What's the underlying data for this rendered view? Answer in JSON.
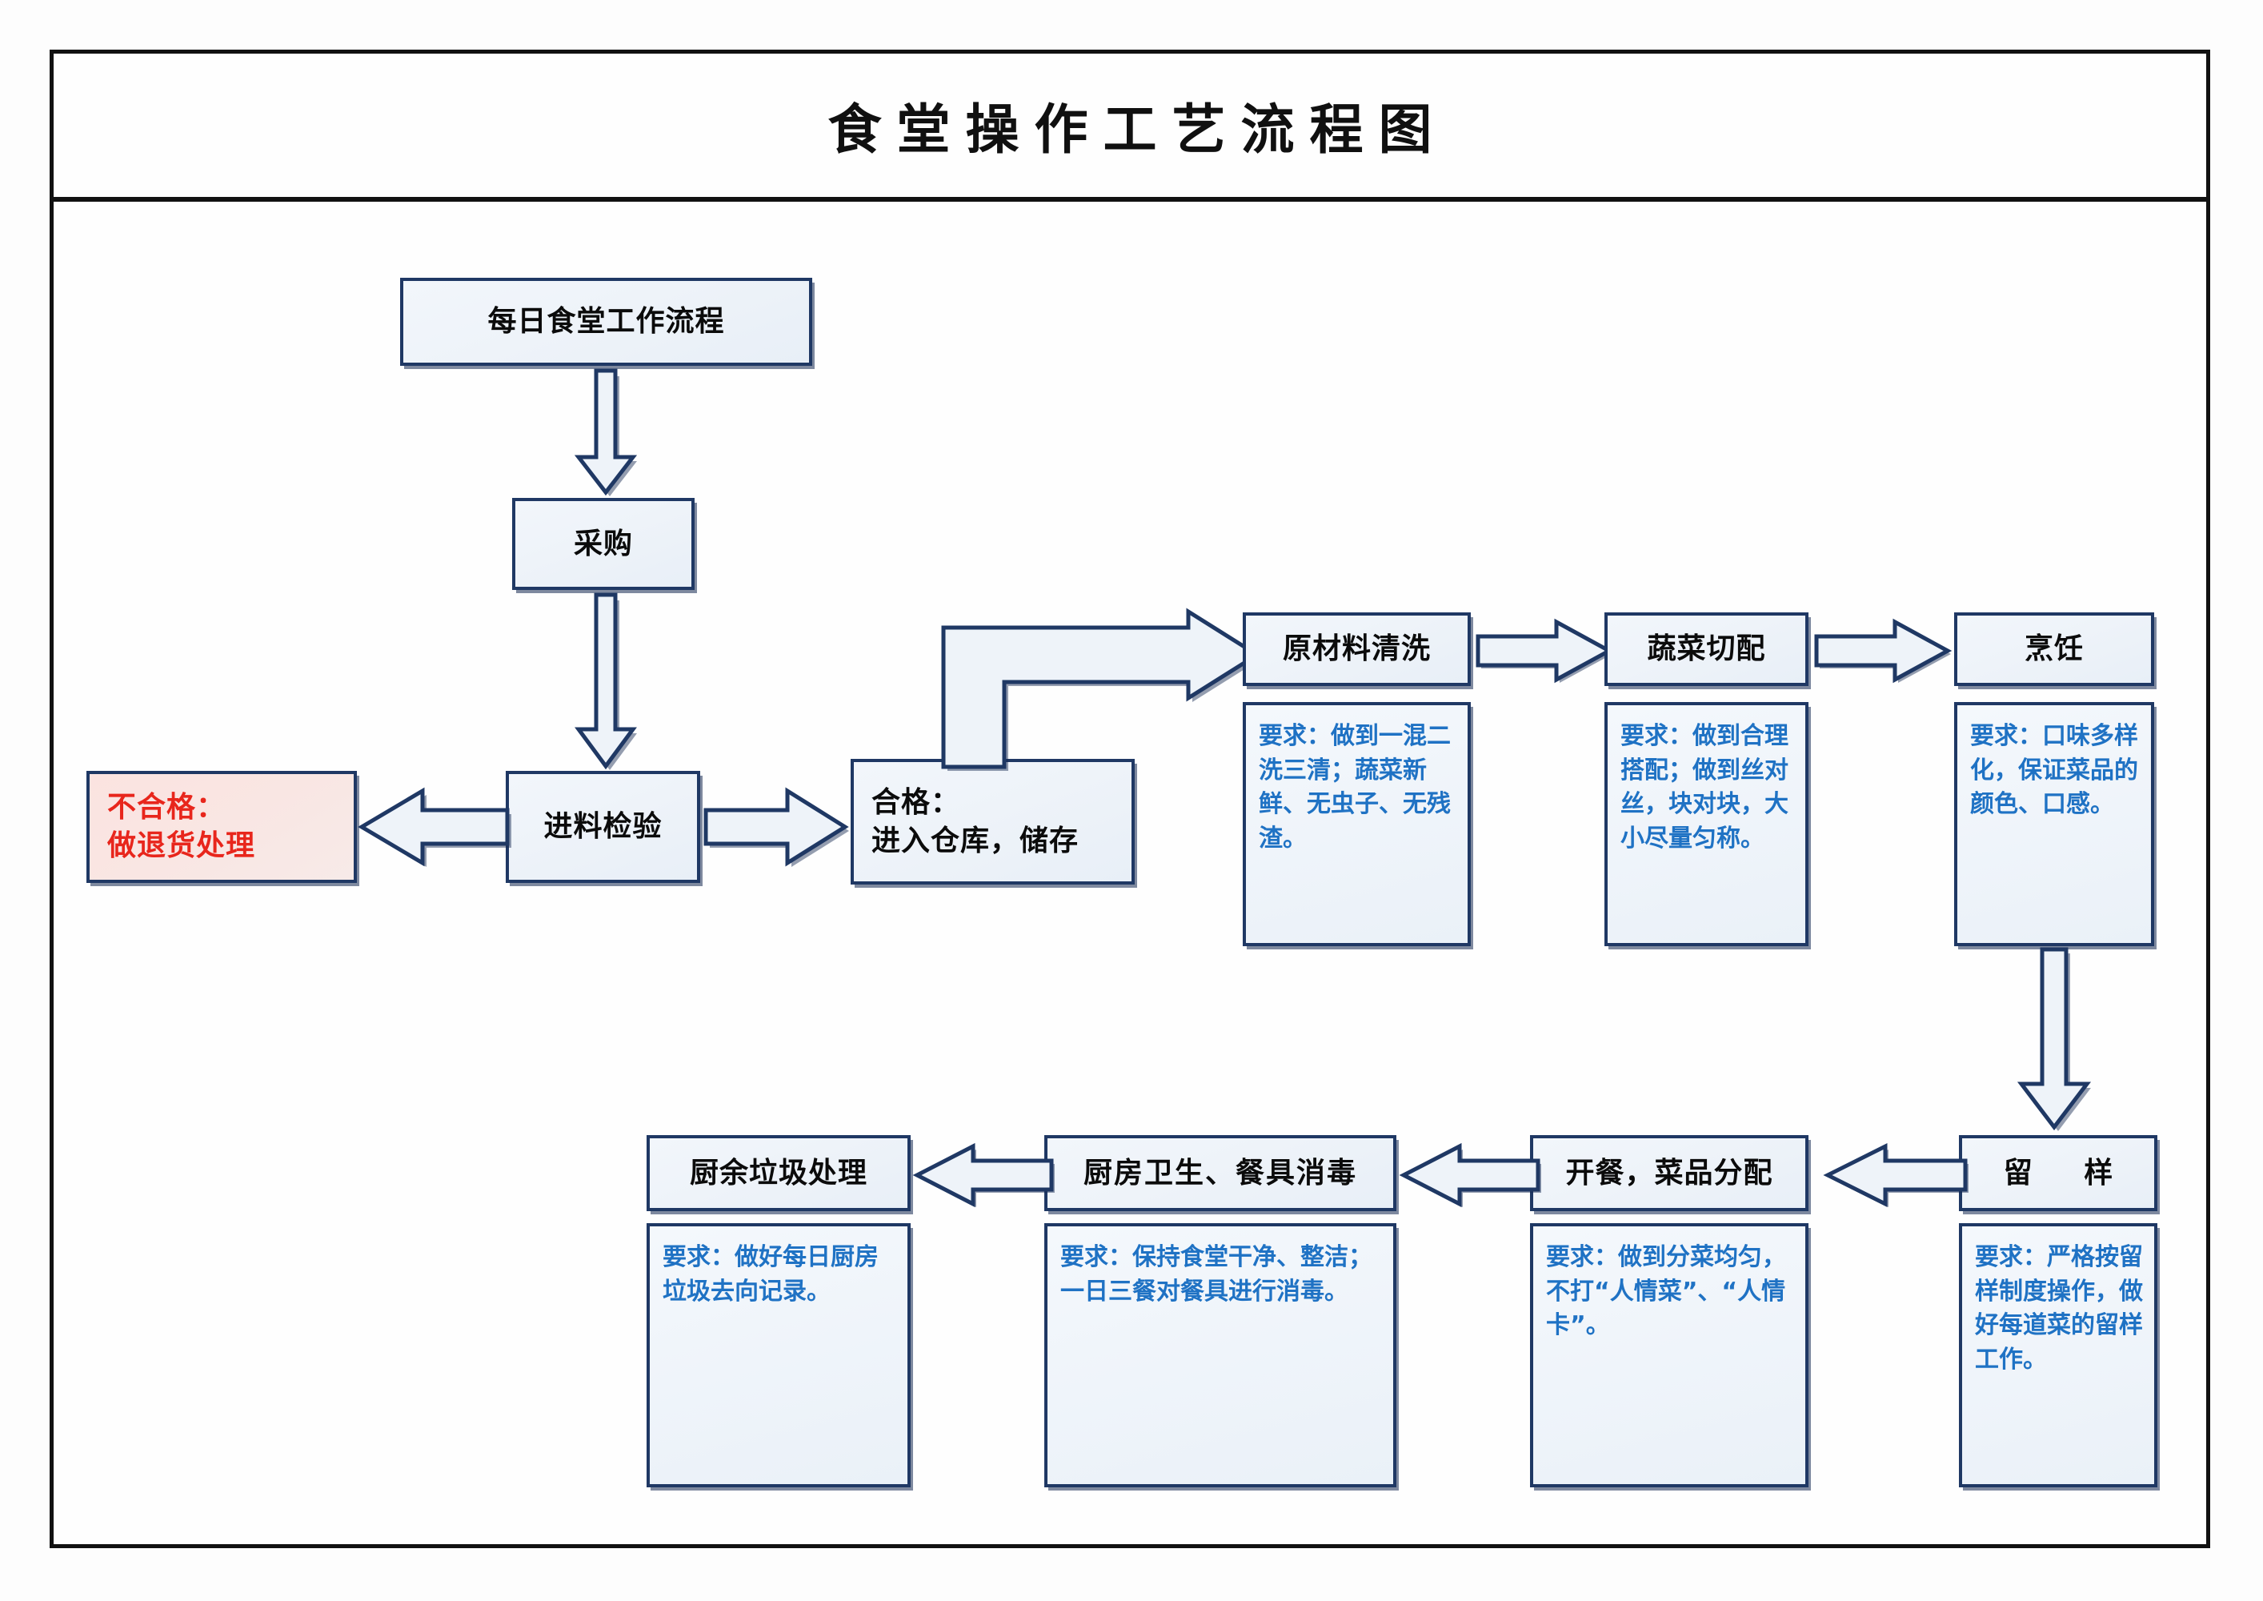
{
  "document": {
    "title": "食堂操作工艺流程图"
  },
  "colors": {
    "frame_border": "#111111",
    "box_border": "#1f3864",
    "box_fill": "#eef3f9",
    "note_text": "#1f72c4",
    "reject_text": "#e8261c",
    "reject_fill": "#fbe3e0",
    "arrow_fill": "#eef3f9",
    "arrow_stroke": "#1f3864"
  },
  "flow": {
    "start": {
      "label": "每日食堂工作流程"
    },
    "purchase": {
      "label": "采购"
    },
    "inspection": {
      "label": "进料检验"
    },
    "reject": {
      "label": "不合格：\n做退货处理"
    },
    "pass": {
      "label": "合格：\n进入仓库，储存"
    },
    "steps": [
      {
        "id": "wash",
        "label": "原材料清洗",
        "note": "要求：做到一混二洗三清；蔬菜新鲜、无虫子、无残渣。"
      },
      {
        "id": "cut",
        "label": "蔬菜切配",
        "note": "要求：做到合理搭配；做到丝对丝，块对块，大小尽量匀称。"
      },
      {
        "id": "cook",
        "label": "烹饪",
        "note": "要求：口味多样化，保证菜品的颜色、口感。"
      },
      {
        "id": "sample",
        "label": "留  样",
        "note": "要求：严格按留样制度操作，做好每道菜的留样工作。"
      },
      {
        "id": "serve",
        "label": "开餐，菜品分配",
        "note": "要求：做到分菜均匀，不打“人情菜”、“人情卡”。"
      },
      {
        "id": "clean",
        "label": "厨房卫生、餐具消毒",
        "note": "要求：保持食堂干净、整洁；一日三餐对餐具进行消毒。"
      },
      {
        "id": "waste",
        "label": "厨余垃圾处理",
        "note": "要求：做好每日厨房垃圾去向记录。"
      }
    ]
  },
  "arrows": {
    "start_to_purchase": "down-arrow",
    "purchase_to_inspection": "down-arrow",
    "inspection_to_reject": "left-arrow",
    "inspection_to_pass": "right-arrow",
    "pass_to_wash": "elbow-up-right-arrow",
    "wash_to_cut": "right-arrow",
    "cut_to_cook": "right-arrow",
    "cook_to_sample": "down-arrow",
    "sample_to_serve": "left-arrow",
    "serve_to_clean": "left-arrow",
    "clean_to_waste": "left-arrow"
  }
}
